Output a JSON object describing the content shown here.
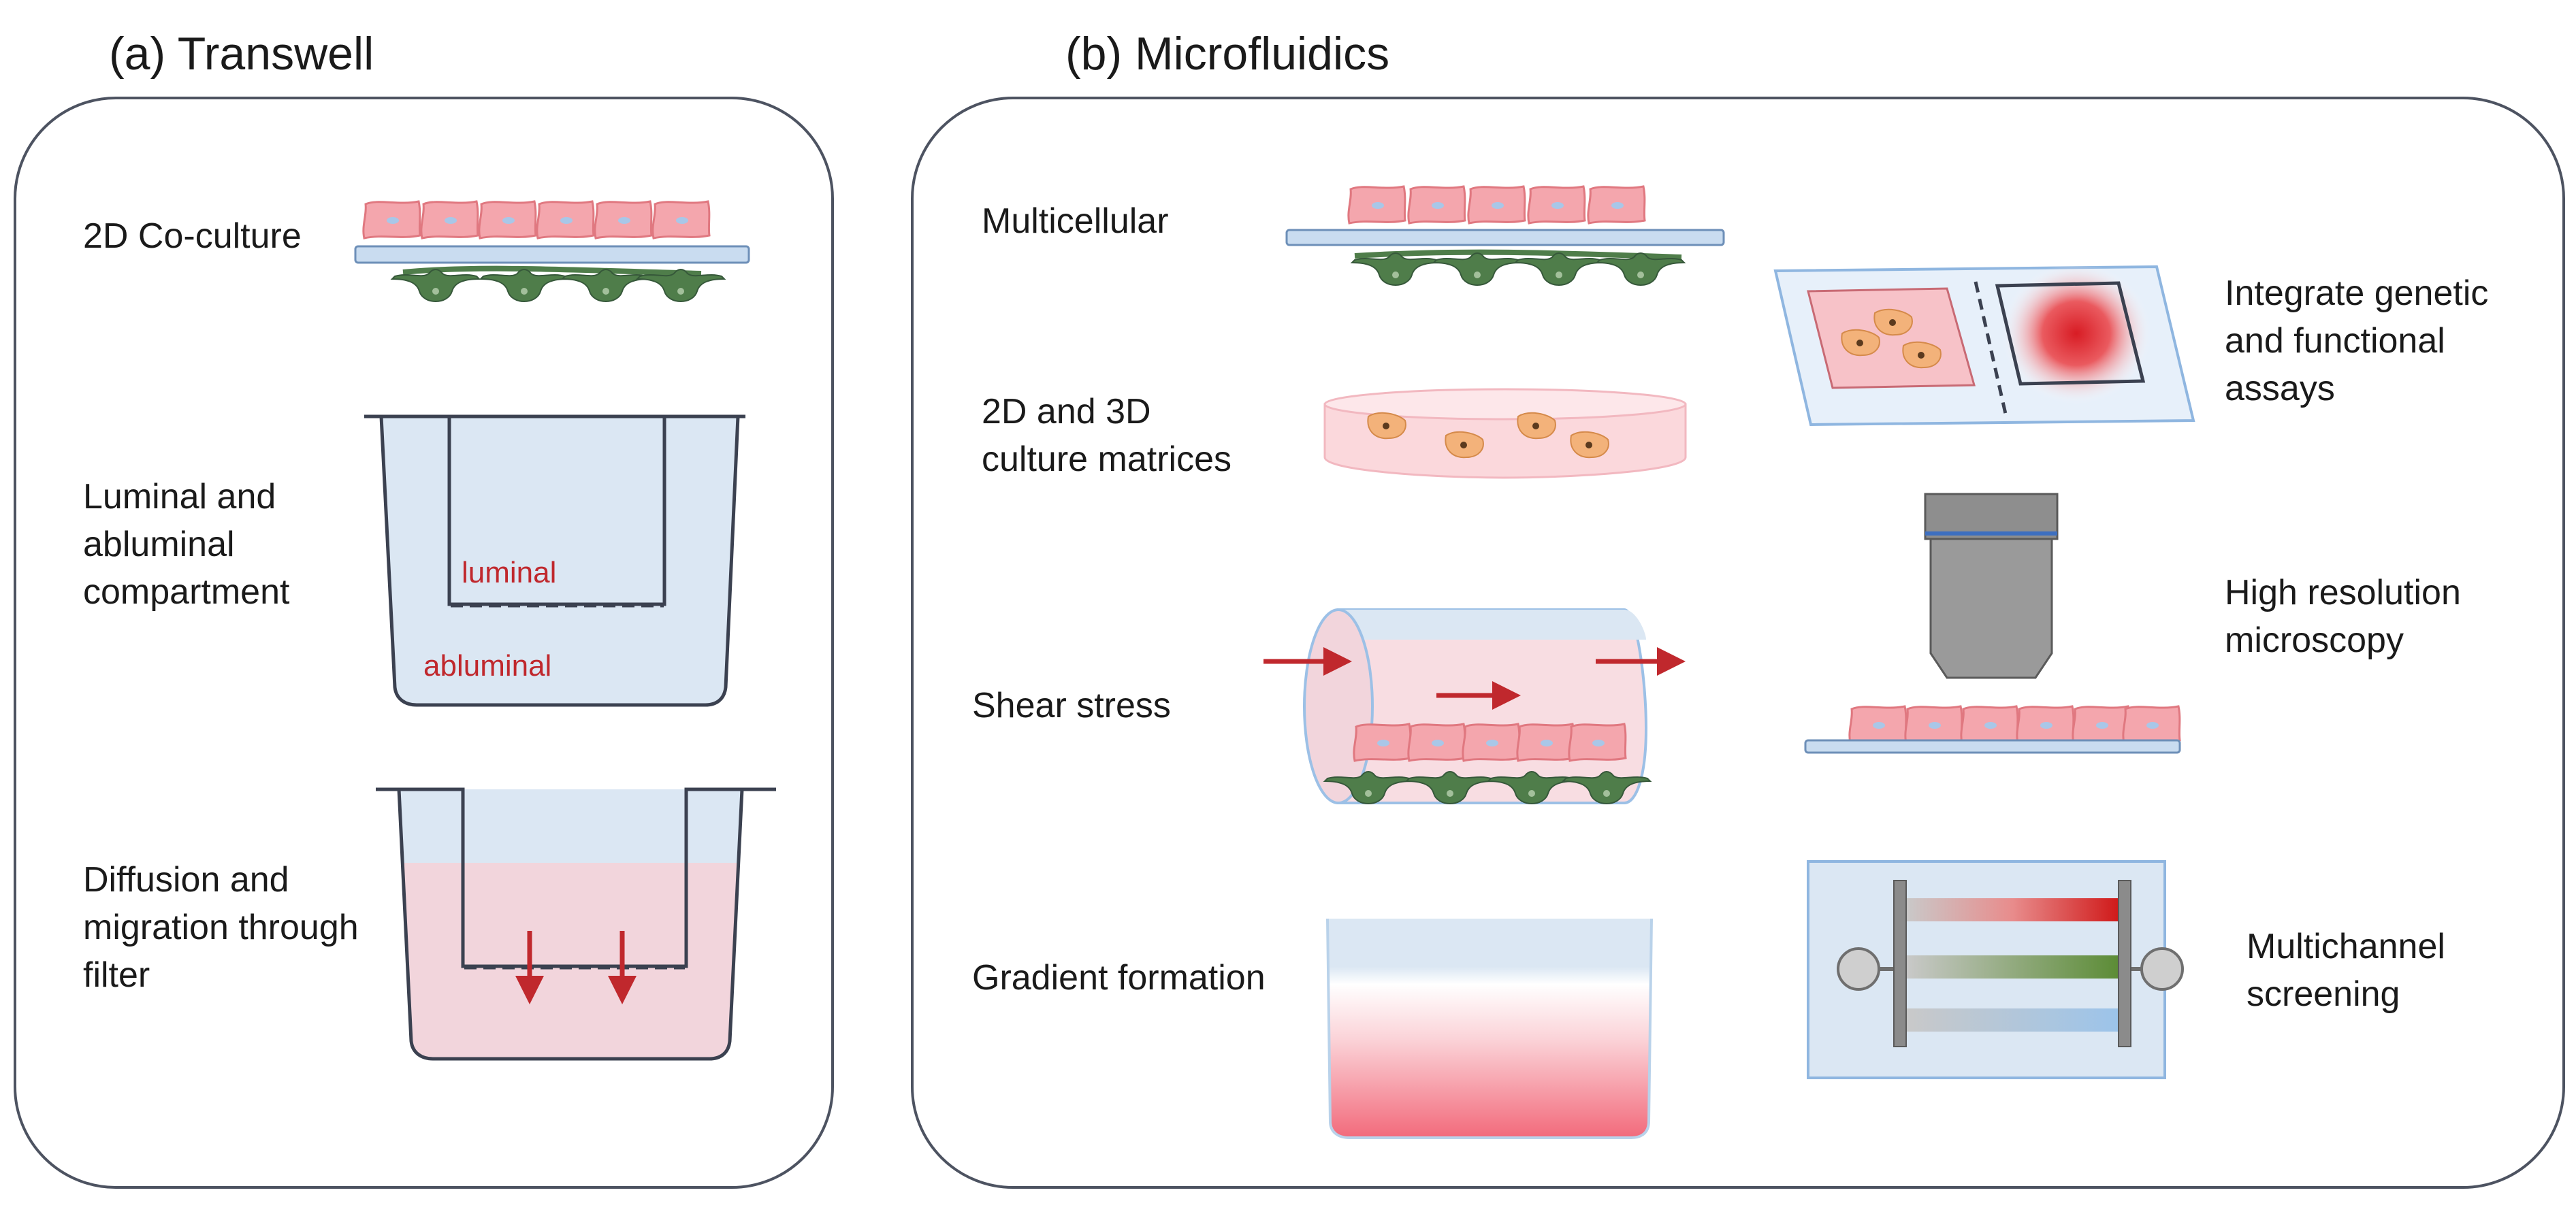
{
  "panel_a": {
    "title": "(a) Transwell",
    "labels": {
      "coculture": "2D Co-culture",
      "compartment": "Luminal and\nabluminal\ncompartment",
      "diffusion": "Diffusion and\nmigration through\nfilter"
    },
    "well_labels": {
      "luminal": "luminal",
      "abluminal": "abluminal"
    }
  },
  "panel_b": {
    "title": "(b) Microfluidics",
    "labels": {
      "multicellular": "Multicellular",
      "matrices": "2D and 3D\nculture matrices",
      "shear": "Shear stress",
      "gradient": "Gradient formation",
      "genetic": "Integrate genetic\nand functional\nassays",
      "microscopy": "High resolution\nmicroscopy",
      "multichannel": "Multichannel\nscreening"
    }
  },
  "colors": {
    "panel_border": "#4d5361",
    "membrane": "#c9dcf0",
    "endothelial_cell": "#f4a6ad",
    "astrocyte": "#4f7d4a",
    "arrow": "#c0282d",
    "well_fill": "#dbe7f3",
    "pink_fill": "#f2d5dc"
  }
}
